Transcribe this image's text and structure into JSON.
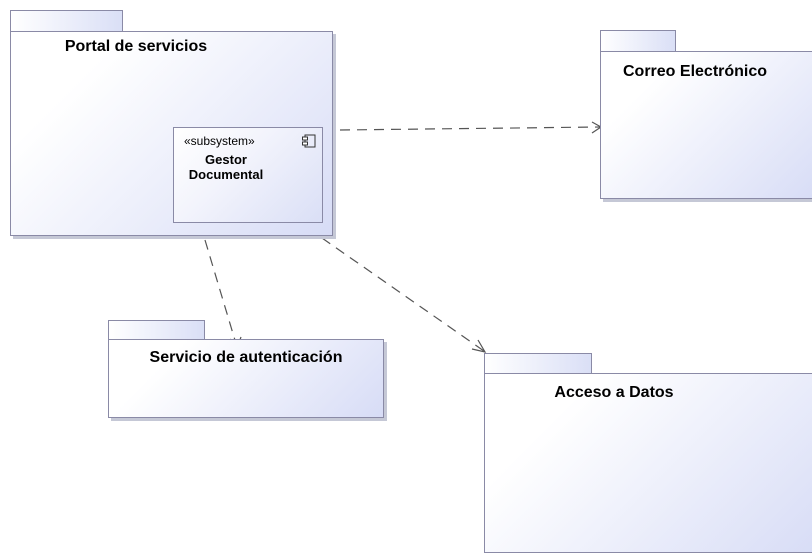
{
  "packages": {
    "portal": {
      "title": "Portal de servicios"
    },
    "correo": {
      "title": "Correo Electrónico"
    },
    "autenticacion": {
      "title": "Servicio de autenticación"
    },
    "acceso": {
      "title": "Acceso a Datos"
    }
  },
  "component": {
    "stereotype": "«subsystem»",
    "name_line1": "Gestor",
    "name_line2": "Documental",
    "icon": "component-icon"
  },
  "dependencies": [
    {
      "from": "portal",
      "to": "correo",
      "style": "dashed-open-arrow"
    },
    {
      "from": "portal",
      "to": "autenticacion",
      "style": "dashed-open-arrow"
    },
    {
      "from": "portal",
      "to": "acceso",
      "style": "dashed-open-arrow"
    }
  ],
  "colors": {
    "border": "#8a8aa6",
    "fill_light": "#ffffff",
    "fill_dark": "#d7dcf6",
    "line": "#555555"
  }
}
